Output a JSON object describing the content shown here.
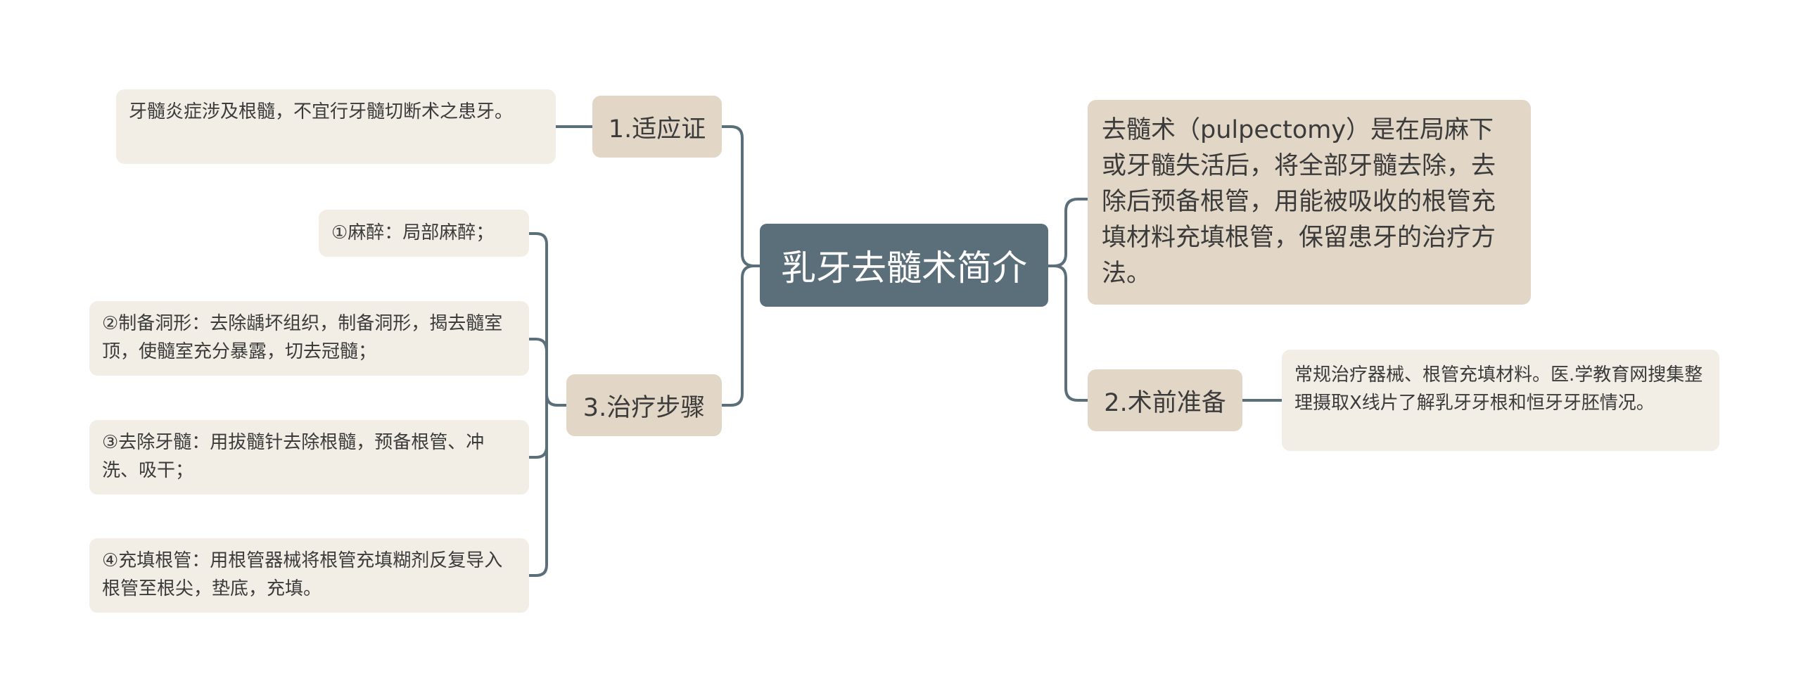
{
  "center": {
    "label": "乳牙去髓术简介"
  },
  "definition": {
    "text": "去髓术（pulpectomy）是在局麻下或牙髓失活后，将全部牙髓去除，去除后预备根管，用能被吸收的根管充填材料充填根管，保留患牙的治疗方法。"
  },
  "branches": {
    "indication": {
      "label": "1.适应证",
      "leaf": "牙髓炎症涉及根髓，不宜行牙髓切断术之患牙。"
    },
    "preparation": {
      "label": "2.术前准备",
      "leaf": "常规治疗器械、根管充填材料。医.学教育网搜集整理摄取X线片了解乳牙牙根和恒牙牙胚情况。"
    },
    "steps": {
      "label": "3.治疗步骤",
      "items": [
        "①麻醉：局部麻醉；",
        "②制备洞形：去除龋坏组织，制备洞形，揭去髓室顶，使髓室充分暴露，切去冠髓；",
        "③去除牙髓：用拔髓针去除根髓，预备根管、冲洗、吸干；",
        "④充填根管：用根管器械将根管充填糊剂反复导入根管至根尖，垫底，充填。"
      ]
    }
  },
  "colors": {
    "line": "#5b6f7b",
    "center": "#5b6f7b",
    "branch": "#e2d6c6",
    "leaf": "#f2ede5"
  }
}
